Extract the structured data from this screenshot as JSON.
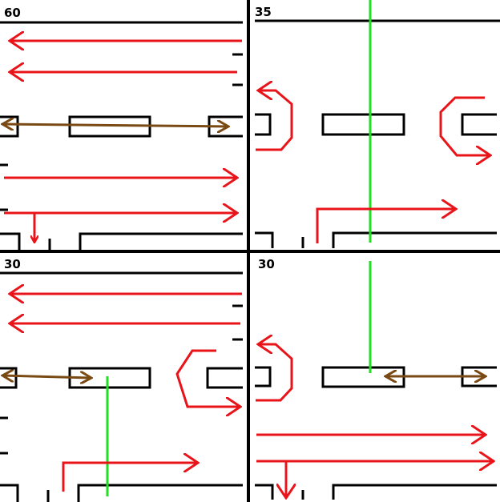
{
  "colors": {
    "background": "#ffffff",
    "road_lines": "#000000",
    "through_movement": "#e8141a",
    "two_way_movement": "#7a4a14",
    "pedestrian_crossing": "#22dd22"
  },
  "phases": [
    {
      "duration": "60"
    },
    {
      "duration": "35"
    },
    {
      "duration": "30"
    },
    {
      "duration": "30"
    }
  ]
}
